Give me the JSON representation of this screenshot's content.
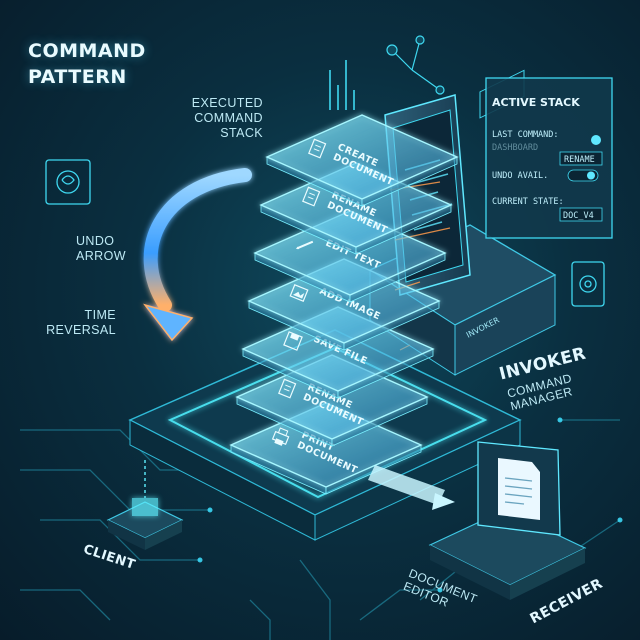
{
  "title": {
    "line1": "COMMAND",
    "line2": "PATTERN"
  },
  "labels": {
    "executed_stack": [
      "EXECUTED",
      "COMMAND",
      "STACK"
    ],
    "undo_arrow": [
      "UNDO",
      "ARROW"
    ],
    "time_reversal": [
      "TIME",
      "REVERSAL"
    ],
    "invoker_title": "INVOKER",
    "invoker_sub": [
      "COMMAND",
      "MANAGER"
    ],
    "invoker_device": "INVOKER",
    "client": "CLIENT",
    "receiver": "RECEIVER",
    "document_editor": [
      "DOCUMENT",
      "EDITOR"
    ]
  },
  "stack": [
    {
      "lines": [
        "CREATE",
        "DOCUMENT"
      ],
      "icon": "document-icon"
    },
    {
      "lines": [
        "RENAME",
        "DOCUMENT"
      ],
      "icon": "document-icon"
    },
    {
      "lines": [
        "EDIT TEXT"
      ],
      "icon": "pencil-icon"
    },
    {
      "lines": [
        "ADD IMAGE"
      ],
      "icon": "image-icon"
    },
    {
      "lines": [
        "SAVE FILE"
      ],
      "icon": "floppy-icon"
    },
    {
      "lines": [
        "RENAME",
        "DOCUMENT"
      ],
      "icon": "document-icon"
    },
    {
      "lines": [
        "PRINT",
        "DOCUMENT"
      ],
      "icon": "printer-icon"
    }
  ],
  "panel": {
    "title": "ACTIVE STACK",
    "rows": [
      {
        "label": "LAST COMMAND:",
        "value": "RENAME"
      },
      {
        "label": "UNDO AVAIL.",
        "value": ""
      },
      {
        "label": "CURRENT STATE:",
        "value": "DOC_V4"
      }
    ],
    "ghost": "DASHBOARD"
  },
  "colors": {
    "accent": "#3fe0ff",
    "arrow": "#3aa6ff",
    "arrow_glow": "#ff9a4a",
    "background": "#0a2f40"
  }
}
